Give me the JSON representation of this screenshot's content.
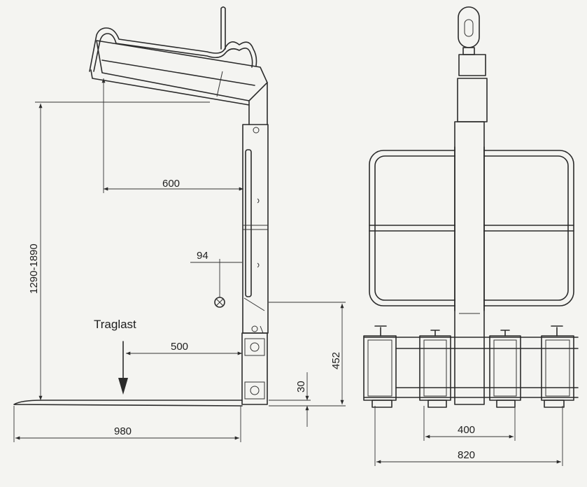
{
  "labels": {
    "reach": "600",
    "height_range": "1290-1890",
    "offset": "94",
    "load_center": "500",
    "load_label": "Traglast",
    "pivot_height": "452",
    "fork_thickness": "30",
    "fork_length": "980",
    "wheel_spacing": "400",
    "total_width": "820"
  }
}
